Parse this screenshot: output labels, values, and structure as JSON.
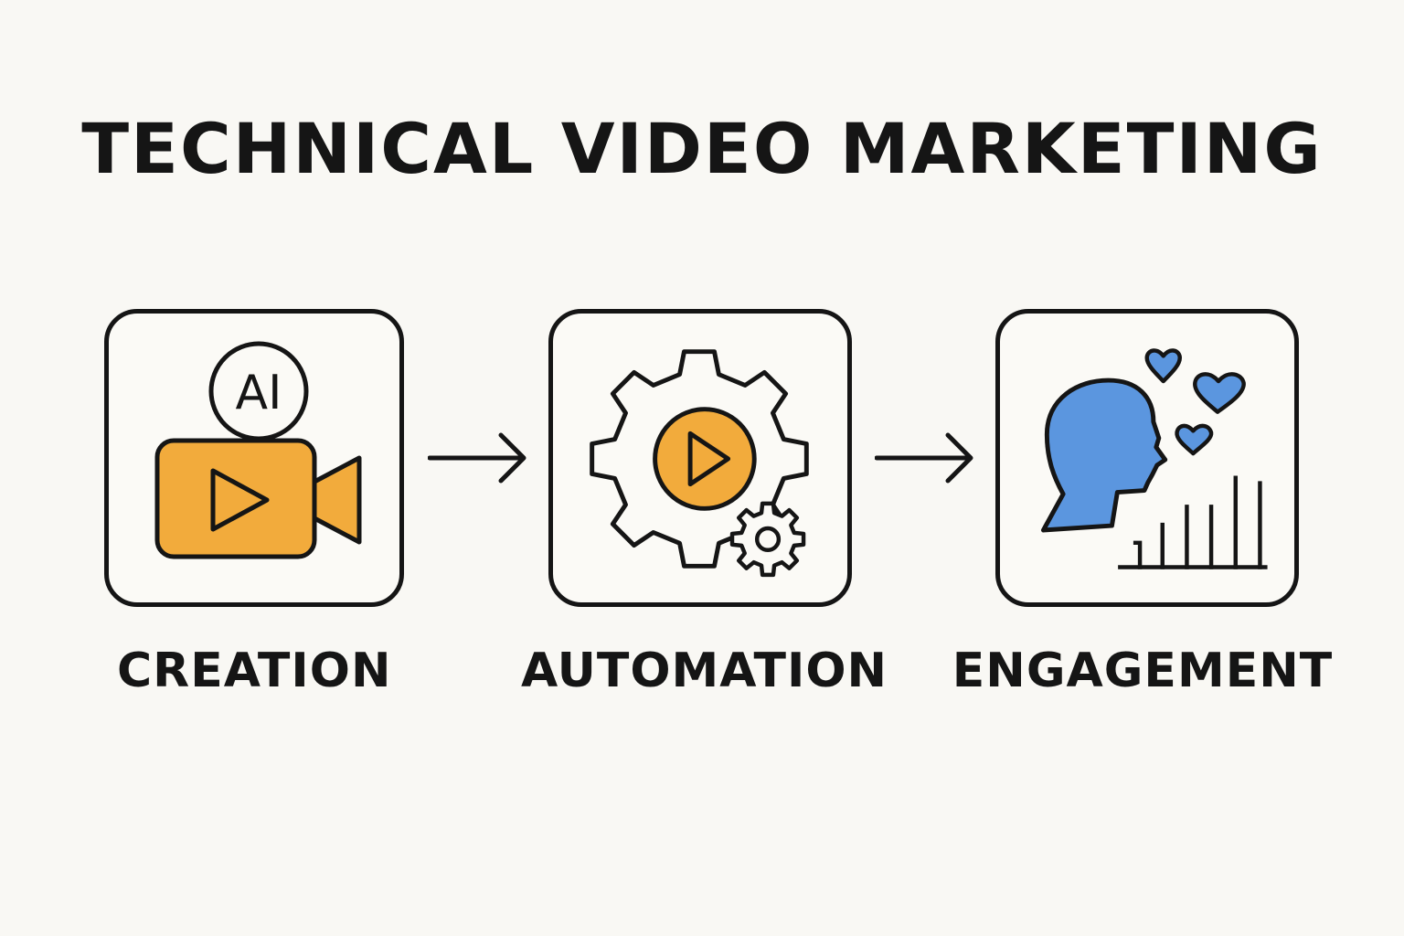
{
  "title": "TECHNICAL VIDEO MARKETING",
  "stages": [
    {
      "label": "CREATION",
      "icon": "ai-video-camera-icon",
      "badge": "AI"
    },
    {
      "label": "AUTOMATION",
      "icon": "gear-play-icon"
    },
    {
      "label": "ENGAGEMENT",
      "icon": "head-hearts-chart-icon"
    }
  ],
  "colors": {
    "background": "#f9f8f4",
    "accent_orange": "#f2ab3c",
    "accent_blue": "#5b96df",
    "stroke": "#151515"
  }
}
